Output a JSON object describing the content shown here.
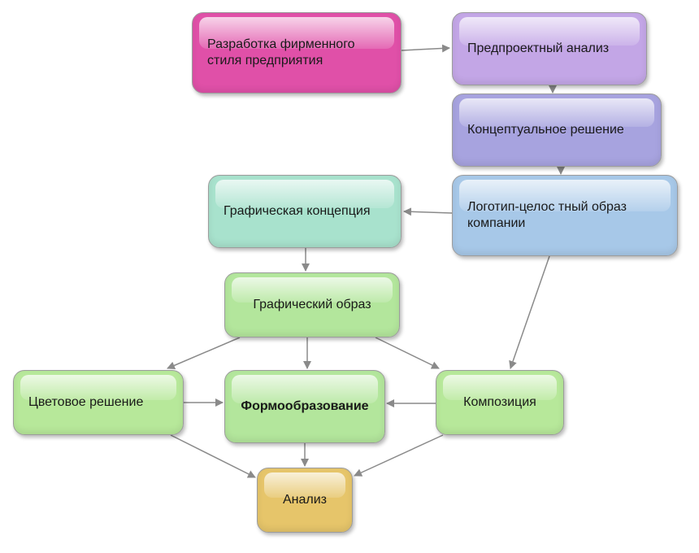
{
  "diagram": {
    "nodes": [
      {
        "id": "brand",
        "text": "Разработка фирменного стиля предприятия",
        "color": "#e050a8",
        "bold": false,
        "center": false
      },
      {
        "id": "pre",
        "text": "Предпроектный анализ",
        "color": "#c3a6e6",
        "bold": false,
        "center": false
      },
      {
        "id": "concept",
        "text": "Концептуальное решение",
        "color": "#a7a3df",
        "bold": false,
        "center": false
      },
      {
        "id": "logo",
        "text": "Логотип-целос тный образ компании",
        "color": "#a7c8e8",
        "bold": false,
        "center": false
      },
      {
        "id": "gconcept",
        "text": "Графическая концепция",
        "color": "#a8e2cd",
        "bold": false,
        "center": false
      },
      {
        "id": "gimage",
        "text": "Графический образ",
        "color": "#b3e69c",
        "bold": false,
        "center": true
      },
      {
        "id": "color",
        "text": "Цветовое решение",
        "color": "#b7e89a",
        "bold": false,
        "center": false
      },
      {
        "id": "form",
        "text": "Формообразование",
        "color": "#b3e69c",
        "bold": true,
        "center": true
      },
      {
        "id": "comp",
        "text": "Композиция",
        "color": "#b7e89a",
        "bold": false,
        "center": true
      },
      {
        "id": "analysis",
        "text": "Анализ",
        "color": "#e6c56a",
        "bold": false,
        "center": true
      }
    ],
    "edges": [
      {
        "from": "brand",
        "to": "pre"
      },
      {
        "from": "pre",
        "to": "concept"
      },
      {
        "from": "concept",
        "to": "logo"
      },
      {
        "from": "logo",
        "to": "gconcept"
      },
      {
        "from": "logo",
        "to": "comp"
      },
      {
        "from": "gconcept",
        "to": "gimage"
      },
      {
        "from": "gimage",
        "to": "color"
      },
      {
        "from": "gimage",
        "to": "form"
      },
      {
        "from": "gimage",
        "to": "comp"
      },
      {
        "from": "color",
        "to": "form"
      },
      {
        "from": "comp",
        "to": "form"
      },
      {
        "from": "color",
        "to": "analysis"
      },
      {
        "from": "form",
        "to": "analysis"
      },
      {
        "from": "comp",
        "to": "analysis"
      }
    ],
    "edge_color": "#8a8a8a"
  }
}
